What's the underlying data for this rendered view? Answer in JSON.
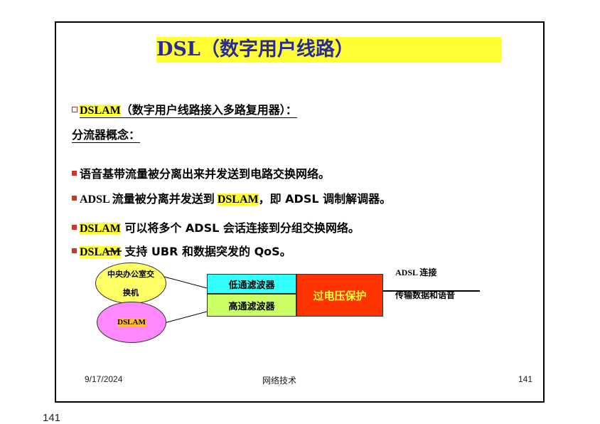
{
  "slide": {
    "title": "DSL（数字用户线路）",
    "dslam_heading_prefix": "DSLAM",
    "dslam_heading_rest": "（数字用户线路接入多路复用器）：",
    "splitter_heading": "分流器概念：",
    "bullets": [
      {
        "text": "语音基带流量被分离出来并发送到电路交换网络。"
      },
      {
        "pre": "ADSL 流量被分离并发送到 ",
        "hl": "DSLAM",
        "post": "，即 ADSL 调制解调器。"
      },
      {
        "hl": "DSLAM",
        "post": " 可以将多个 ADSL 会话连接到分组交换网络。"
      },
      {
        "hl": "DSLAM",
        "post": " 支持 UBR 和数据突发的 QoS。"
      }
    ],
    "diagram": {
      "office_switch_line1": "中央办公室交",
      "office_switch_line2": "换机",
      "dslam_label": "DSLAM",
      "lowpass": "低通滤波器",
      "highpass": "高通滤波器",
      "overvoltage": "过电压保护",
      "adsl_connection": "ADSL 连接",
      "transmit": "传输数据和语音"
    },
    "footer": {
      "date": "9/17/2024",
      "center": "网络技术",
      "page": "141"
    }
  },
  "page_number": "141",
  "colors": {
    "highlight": "#ffff33",
    "title_text": "#2a2a9a",
    "bullet": "#e03020",
    "ellipse_yellow": "#ffff66",
    "ellipse_pink": "#ff88ff",
    "lowpass_fill": "#33ffff",
    "highpass_fill": "#ccff66",
    "overvoltage_fill": "#ff3300",
    "overvoltage_text": "#ffff33"
  }
}
